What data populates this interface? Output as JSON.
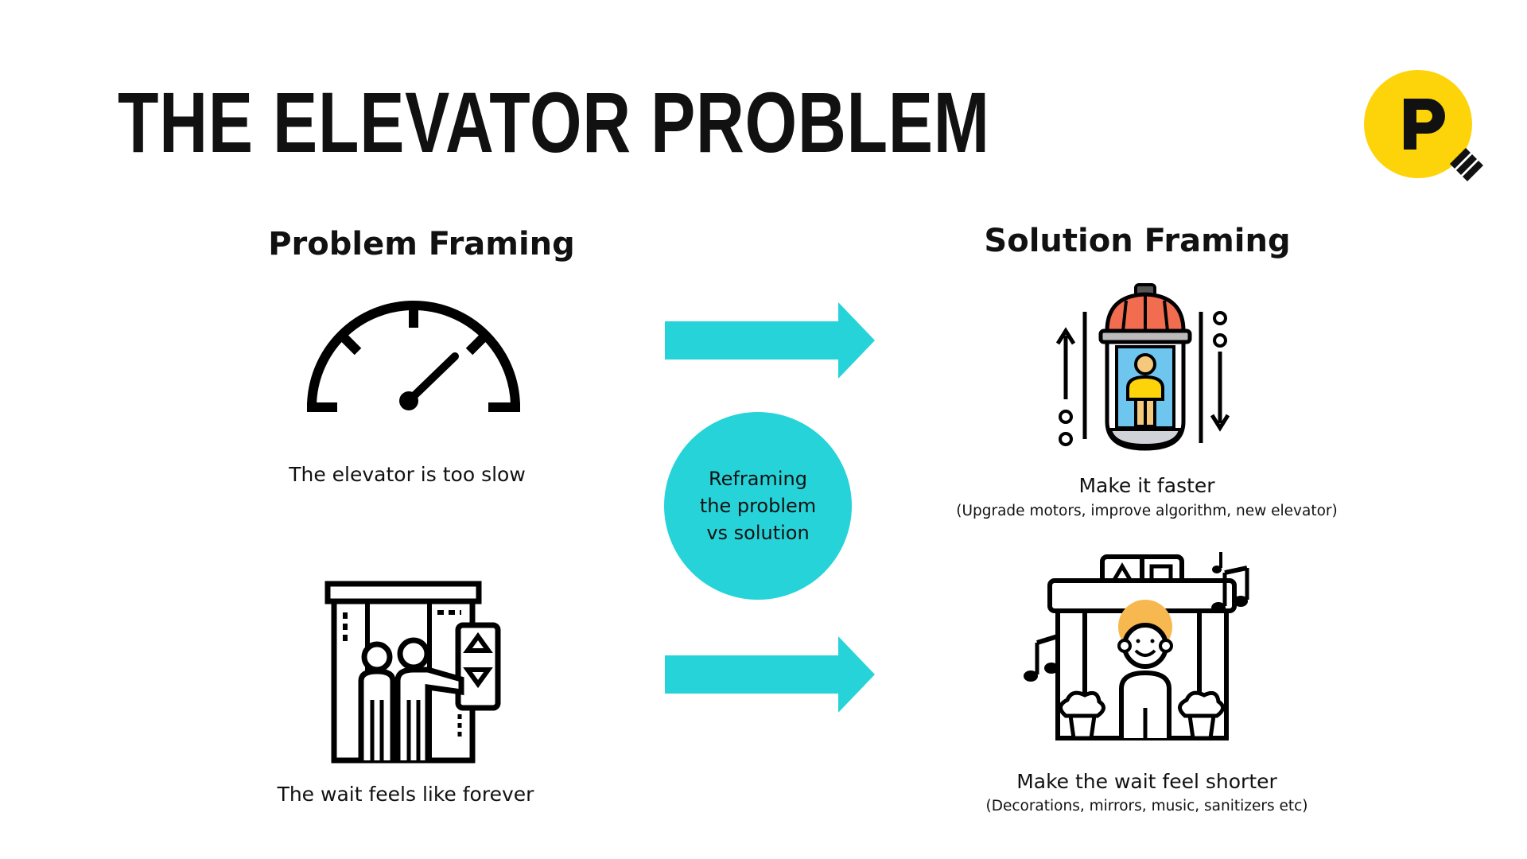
{
  "title": "THE ELEVATOR PROBLEM",
  "problem_heading": "Problem Framing",
  "solution_heading": "Solution Framing",
  "problem_1": "The elevator is too slow",
  "problem_2": "The wait feels like forever",
  "center_label": "Reframing the problem vs solution",
  "solution_1": {
    "title": "Make it faster",
    "detail": "(Upgrade motors, improve algorithm, new elevator)"
  },
  "solution_2": {
    "title": "Make the wait feel shorter",
    "detail": "(Decorations, mirrors, music, sanitizers etc)"
  },
  "colors": {
    "accent_cyan": "#26d3d9",
    "logo_yellow": "#fdd30a",
    "text": "#111111"
  },
  "icons": [
    "speedometer-icon",
    "people-waiting-elevator-icon",
    "elevator-capsule-icon",
    "elevator-music-icon",
    "logo-icon"
  ]
}
